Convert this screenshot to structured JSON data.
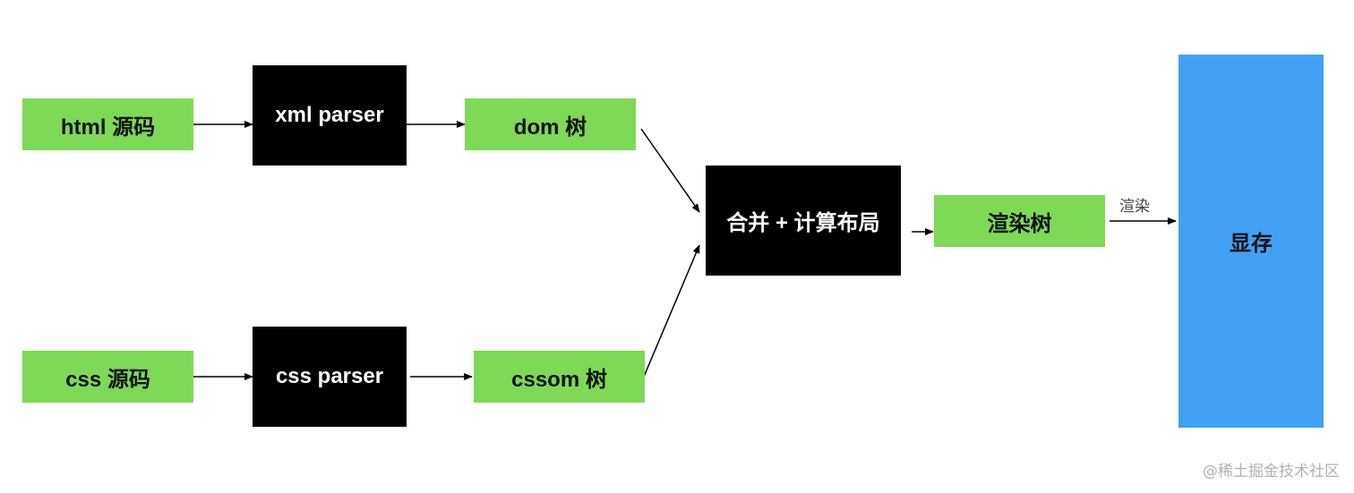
{
  "diagram": {
    "nodes": {
      "html_source": "html 源码",
      "xml_parser": "xml parser",
      "dom_tree": "dom 树",
      "css_source": "css 源码",
      "css_parser": "css parser",
      "cssom_tree": "cssom 树",
      "merge_layout": "合并 + 计算布局",
      "render_tree": "渲染树",
      "video_memory": "显存"
    },
    "edge_labels": {
      "render": "渲染"
    },
    "colors": {
      "green": "#7ed957",
      "black": "#000000",
      "blue": "#42a0f5"
    }
  },
  "watermark": "@稀土掘金技术社区"
}
